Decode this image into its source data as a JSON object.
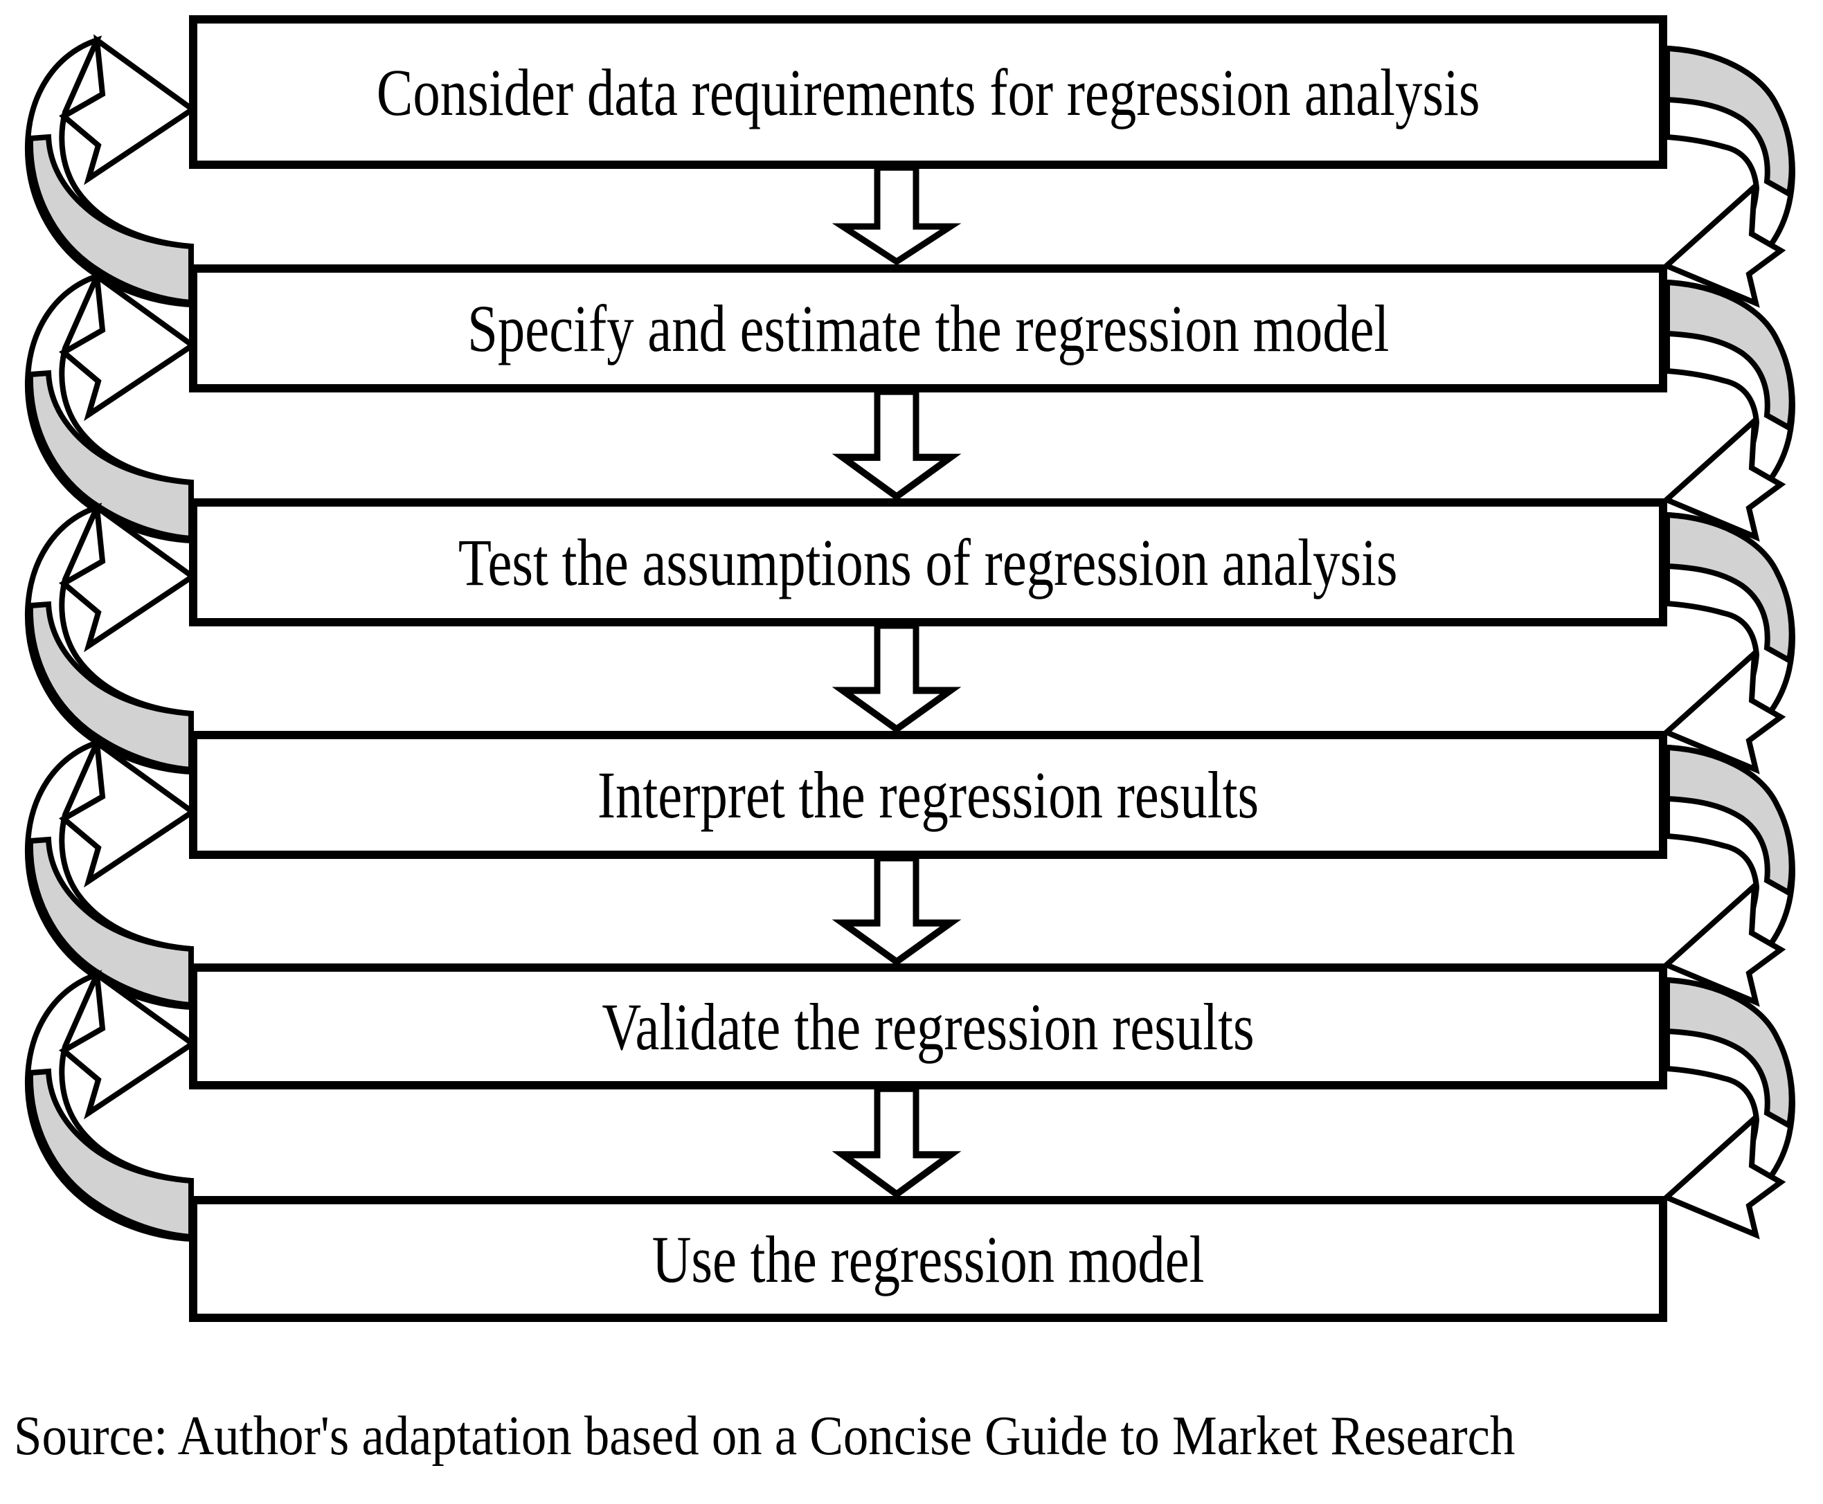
{
  "diagram_type": "flowchart",
  "steps": [
    {
      "label": "Consider data requirements for regression analysis"
    },
    {
      "label": "Specify and estimate the regression model"
    },
    {
      "label": "Test the assumptions of regression analysis"
    },
    {
      "label": "Interpret the regression results"
    },
    {
      "label": "Validate the regression results"
    },
    {
      "label": "Use the regression model"
    }
  ],
  "source_note": "Source: Author's adaptation based on a Concise Guide to Market Research",
  "colors": {
    "loop_gray": "#d2d2d2",
    "line": "#000000",
    "box_fill": "#ffffff",
    "background": "#ffffff"
  }
}
